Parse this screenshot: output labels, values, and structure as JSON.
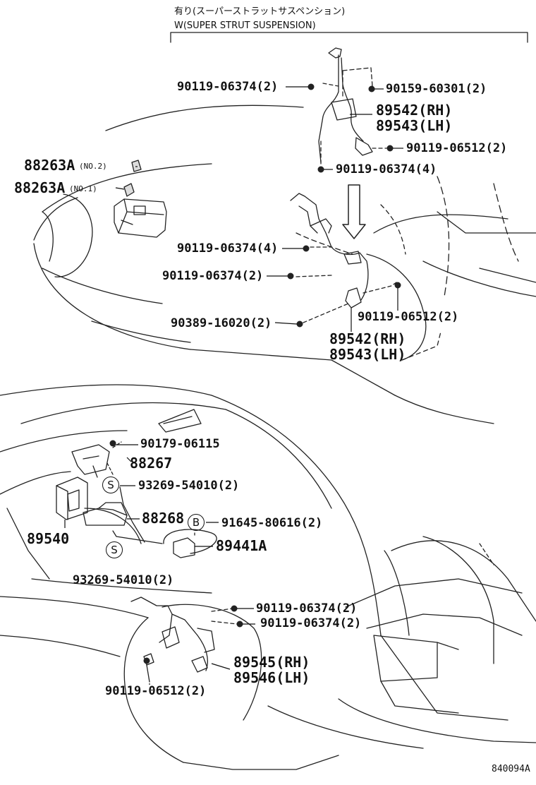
{
  "header": {
    "jp": "有り(スーパーストラットサスペンション)",
    "en": "W(SUPER STRUT SUSPENSION)"
  },
  "parts": {
    "p90119_06374_2_top": "90119-06374(2)",
    "p90159_60301_2": "90159-60301(2)",
    "p89542_rh_top": "89542(RH)",
    "p89543_lh_top": "89543(LH)",
    "p90119_06512_2_top": "90119-06512(2)",
    "p90119_06374_4_top": "90119-06374(4)",
    "p88263a_no2": "88263A",
    "p88263a_no2_note": "(NO.2)",
    "p88263a_no1": "88263A",
    "p88263a_no1_note": "(NO.1)",
    "p90119_06374_4_mid": "90119-06374(4)",
    "p90119_06374_2_mid": "90119-06374(2)",
    "p90119_06512_2_mid": "90119-06512(2)",
    "p90389_16020_2": "90389-16020(2)",
    "p89542_rh_mid": "89542(RH)",
    "p89543_lh_mid": "89543(LH)",
    "p90179_06115": "90179-06115",
    "p88267": "88267",
    "p93269_54010_2_a": "93269-54010(2)",
    "p88268": "88268",
    "p91645_80616_2": "91645-80616(2)",
    "p89540": "89540",
    "p89441a": "89441A",
    "p93269_54010_2_b": "93269-54010(2)",
    "p90119_06374_2_bot1": "90119-06374(2)",
    "p90119_06374_2_bot2": "90119-06374(2)",
    "p89545_rh": "89545(RH)",
    "p89546_lh": "89546(LH)",
    "p90119_06512_2_bot": "90119-06512(2)"
  },
  "symbols": {
    "s1": "S",
    "s2": "S",
    "b1": "B"
  },
  "figure_id": "840094A"
}
